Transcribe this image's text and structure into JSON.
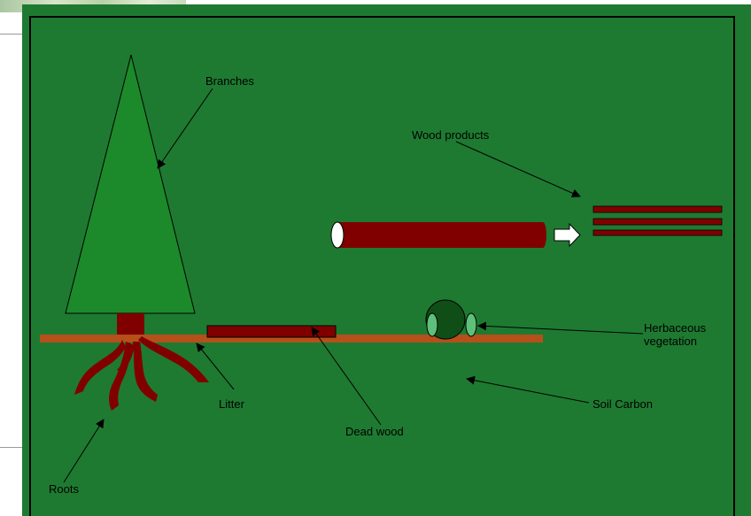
{
  "labels": {
    "branches": "Branches",
    "wood_products": "Wood products",
    "herbaceous_line1": "Herbaceous",
    "herbaceous_line2": "vegetation",
    "soil_carbon": "Soil Carbon",
    "litter": "Litter",
    "dead_wood": "Dead wood",
    "roots": "Roots"
  },
  "colors": {
    "background": "#1e7a31",
    "tree_crown": "#1c8a2a",
    "wood": "#800000",
    "litter_layer": "#b5501a",
    "herbaceous_dark": "#0f4f17",
    "herbaceous_light": "#5ec07a",
    "log_end": "#ffffff",
    "arrow_fill": "#ffffff"
  }
}
